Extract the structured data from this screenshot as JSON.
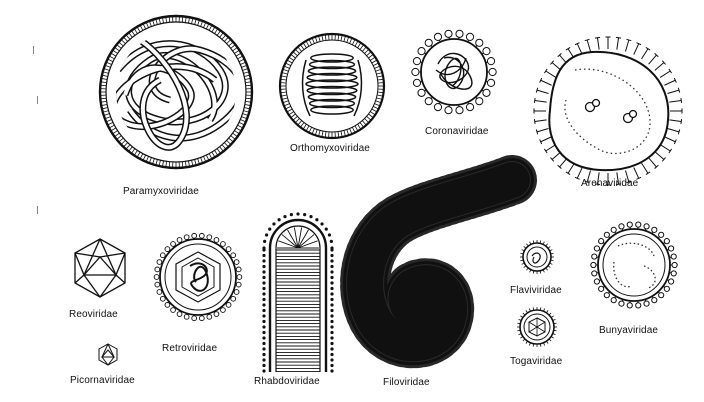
{
  "labels": {
    "paramyxoviridae": "Paramyxoviridae",
    "orthomyxoviridae": "Orthomyxoviridae",
    "coronaviridae": "Coronaviridae",
    "arenaviridae": "Arenaviridae",
    "reoviridae": "Reoviridae",
    "retroviridae": "Retroviridae",
    "rhabdoviridae": "Rhabdoviridae",
    "filoviridae": "Filoviridae",
    "flaviviridae": "Flaviviridae",
    "togaviridae": "Togaviridae",
    "bunyaviridae": "Bunyaviridae",
    "picornaviridae": "Picornaviridae"
  }
}
